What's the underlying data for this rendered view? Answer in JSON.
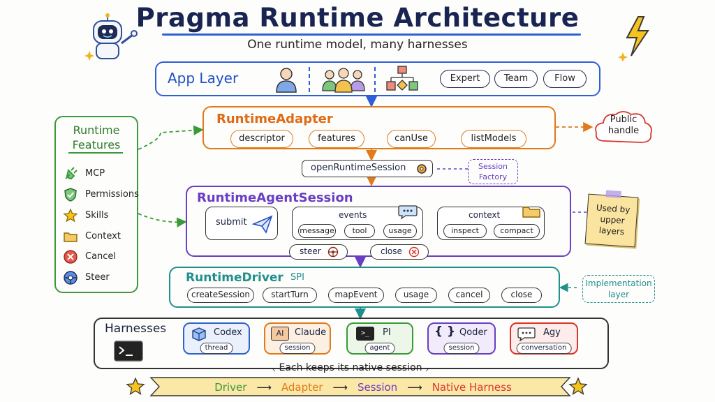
{
  "header": {
    "title": "Pragma Runtime Architecture",
    "subtitle": "One runtime model, many harnesses"
  },
  "app_layer": {
    "label": "App Layer",
    "buttons": [
      "Expert",
      "Team",
      "Flow"
    ]
  },
  "runtime_adapter": {
    "label": "RuntimeAdapter",
    "pills": [
      "descriptor",
      "features",
      "canUse",
      "listModels"
    ],
    "note": "Public handle"
  },
  "session_factory": {
    "call": "openRuntimeSession",
    "note": "Session Factory"
  },
  "runtime_features": {
    "title": "Runtime Features",
    "items": [
      "MCP",
      "Permissions",
      "Skills",
      "Context",
      "Cancel",
      "Steer"
    ]
  },
  "agent_session": {
    "label": "RuntimeAgentSession",
    "submit": "submit",
    "events_title": "events",
    "events": [
      "message",
      "tool",
      "usage"
    ],
    "context_title": "context",
    "context": [
      "inspect",
      "compact"
    ],
    "steer": "steer",
    "close": "close",
    "note": "Used by upper layers"
  },
  "runtime_driver": {
    "label": "RuntimeDriver",
    "tag": "SPI",
    "pills": [
      "createSession",
      "startTurn",
      "mapEvent",
      "usage",
      "cancel",
      "close"
    ],
    "note": "Implementation layer"
  },
  "harnesses": {
    "title": "Harnesses",
    "items": [
      {
        "name": "Codex",
        "session": "thread",
        "color": "#2f63c8"
      },
      {
        "name": "Claude",
        "session": "session",
        "color": "#e07a1a"
      },
      {
        "name": "PI",
        "session": "agent",
        "color": "#3a9a3a"
      },
      {
        "name": "Qoder",
        "session": "session",
        "color": "#6a3ec4"
      },
      {
        "name": "Agy",
        "session": "conversation",
        "color": "#d8352b"
      }
    ],
    "footer": "Each keeps its native session",
    "icon_labels": {
      "claude": "AI",
      "pi": ">_",
      "qoder": "{ }"
    }
  },
  "flow_banner": {
    "steps": [
      "Driver",
      "Adapter",
      "Session",
      "Native Harness"
    ],
    "colors": [
      "#3a9a3a",
      "#e07a1a",
      "#6a3ec4",
      "#d8352b"
    ]
  }
}
